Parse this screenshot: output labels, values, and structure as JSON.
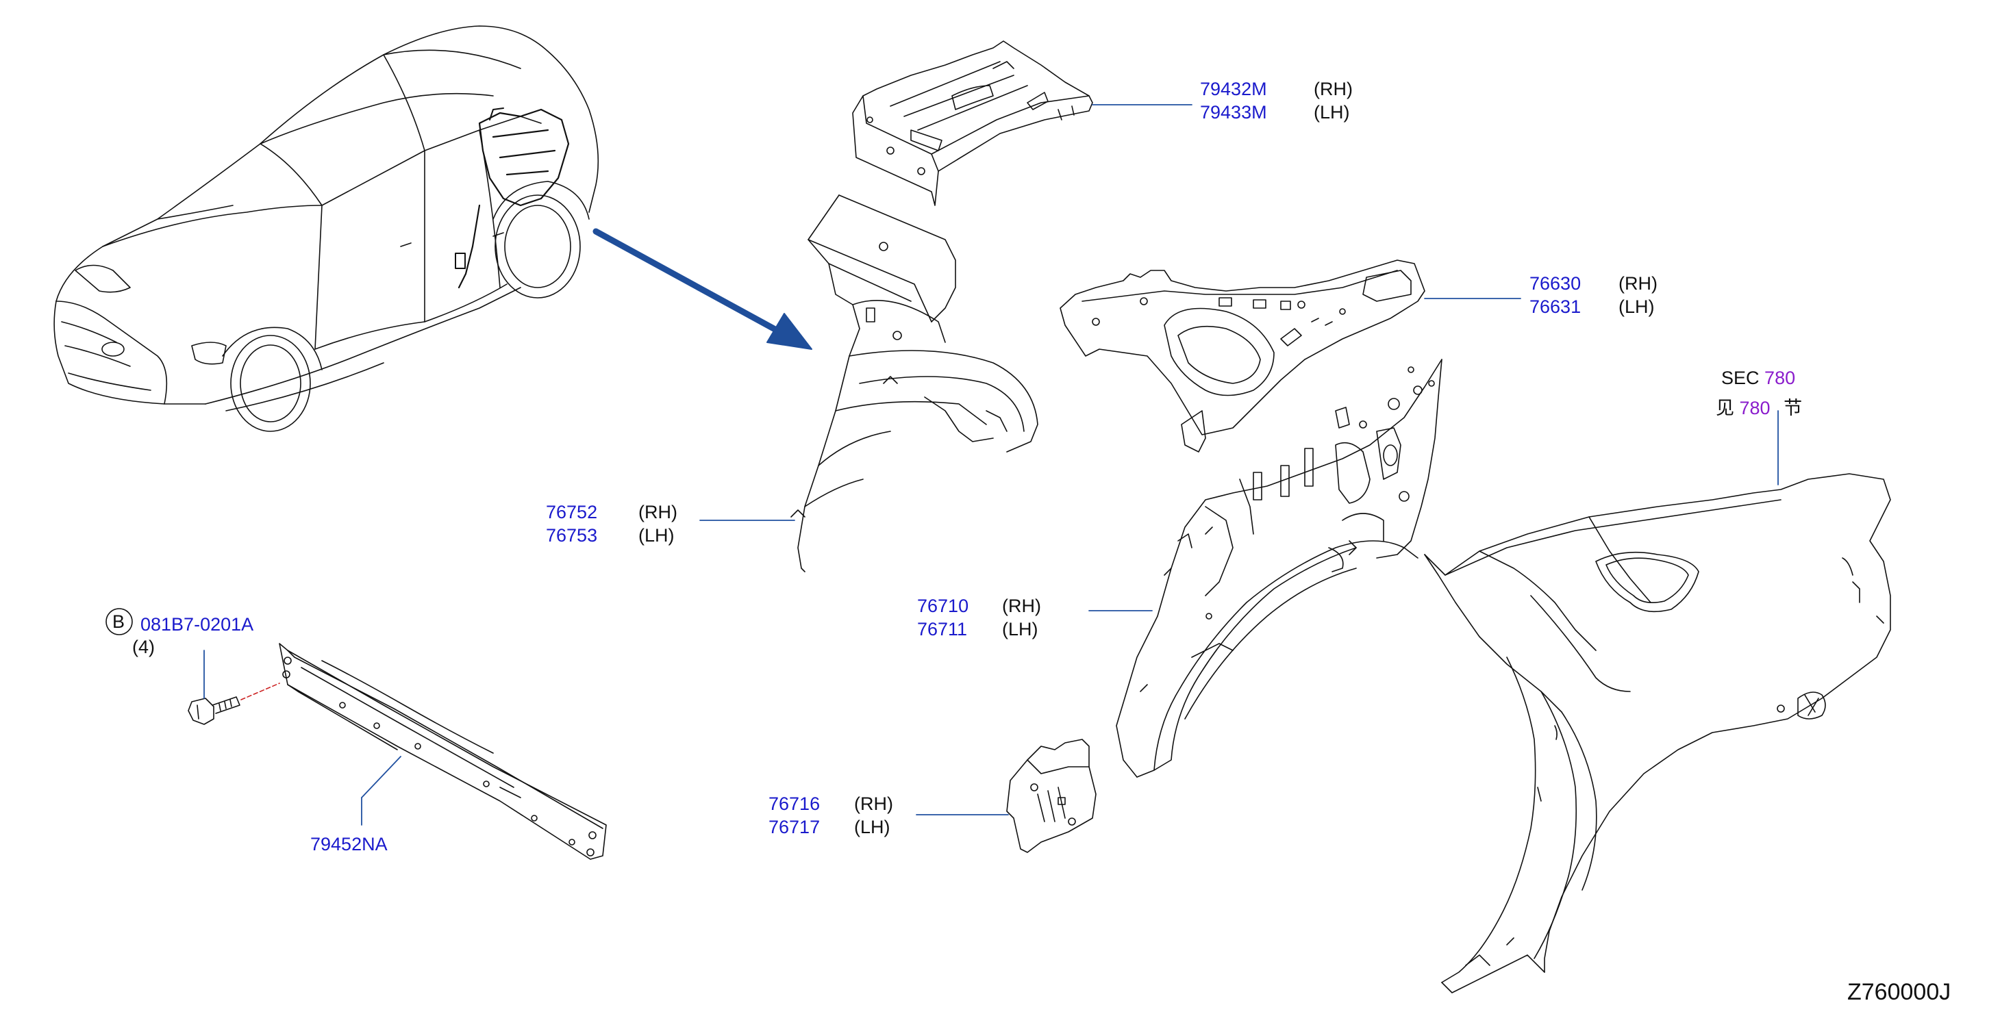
{
  "diagram_code": "Z760000J",
  "colors": {
    "part_number": "#1a1acc",
    "line": "#111111",
    "leader": "#2050a0",
    "arrow": "#1f4e9a",
    "section_ref": "#8a1ccc"
  },
  "parts": [
    {
      "id": "roof-rail-inner",
      "rows": [
        {
          "number": "79432M",
          "side": "(RH)"
        },
        {
          "number": "79433M",
          "side": "(LH)"
        }
      ]
    },
    {
      "id": "pillar-inner",
      "rows": [
        {
          "number": "76630",
          "side": "(RH)"
        },
        {
          "number": "76631",
          "side": "(LH)"
        }
      ]
    },
    {
      "id": "wheelhouse-inner",
      "rows": [
        {
          "number": "76752",
          "side": "(RH)"
        },
        {
          "number": "76753",
          "side": "(LH)"
        }
      ]
    },
    {
      "id": "body-side-inner",
      "rows": [
        {
          "number": "76710",
          "side": "(RH)"
        },
        {
          "number": "76711",
          "side": "(LH)"
        }
      ]
    },
    {
      "id": "bracket",
      "rows": [
        {
          "number": "76716",
          "side": "(RH)"
        },
        {
          "number": "76717",
          "side": "(LH)"
        }
      ]
    }
  ],
  "crossmember": {
    "number": "79452NA"
  },
  "bolt": {
    "badge": "B",
    "number": "081B7-0201A",
    "qty": "(4)"
  },
  "section_ref": {
    "prefix": "SEC",
    "number": "780",
    "cn_prefix": "见",
    "cn_number": "780",
    "cn_suffix": "节"
  }
}
